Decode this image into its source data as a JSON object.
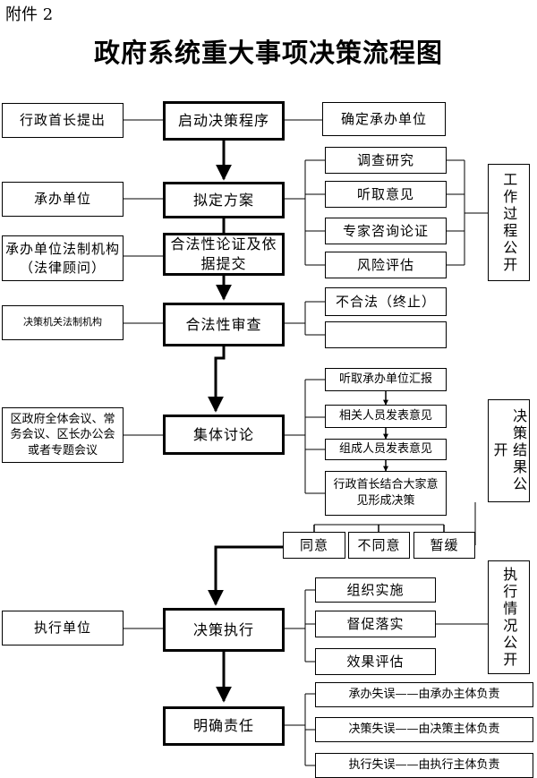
{
  "attachment": "附件 2",
  "title": "政府系统重大事项决策流程图",
  "left": {
    "proposer": "行政首长提出",
    "undertaker": "承办单位",
    "legal_office": "承办单位法制机构（法律顾问）",
    "decision_legal": "决策机关法制机构",
    "meeting": "区政府全体会议、常务会议、区长办公会或者专题会议",
    "executor": "执行单位"
  },
  "main": {
    "start": "启动决策程序",
    "draft": "拟定方案",
    "legality_review_submit": "合法性论证及依据提交",
    "legality_check": "合法性审查",
    "collective": "集体讨论",
    "execute": "决策执行",
    "accountability": "明确责任"
  },
  "right": {
    "determine_unit": "确定承办单位",
    "draft_steps": [
      "调查研究",
      "听取意见",
      "专家咨询论证",
      "风险评估"
    ],
    "illegal": "不合法（终止）",
    "discussion_steps": [
      "听取承办单位汇报",
      "相关人员发表意见",
      "组成人员发表意见",
      "行政首长结合大家意见形成决策"
    ],
    "outcomes": [
      "同意",
      "不同意",
      "暂缓"
    ],
    "execution_steps": [
      "组织实施",
      "督促落实",
      "效果评估"
    ],
    "responsibility": [
      "承办失误——由承办主体负责",
      "决策失误——由决策主体负责",
      "执行失误——由执行主体负责"
    ]
  },
  "disclosure": {
    "work_process": "工作过程公开",
    "decision_result": "决策结果公开",
    "execution_status": "执行情况公开"
  }
}
